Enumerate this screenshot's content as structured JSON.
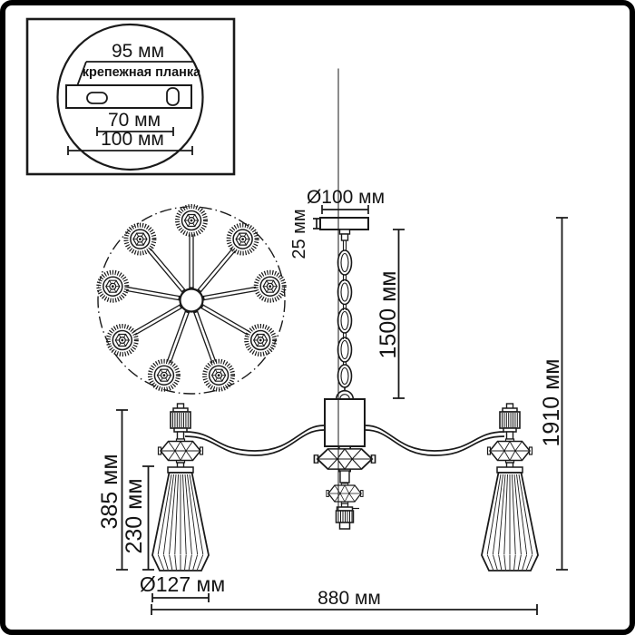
{
  "drawing": {
    "title_hint": "chandelier dimension drawing",
    "inset": {
      "plate_width": "95 мм",
      "plate_name": "крепежная планка",
      "hole_spacing": "70 мм",
      "plate_length": "100 мм"
    },
    "side_view": {
      "canopy_diameter": "Ø100 мм",
      "canopy_height": "25 мм",
      "chain_length": "1500 мм",
      "total_height": "1910 мм",
      "arm_assembly_height": "385 мм",
      "shade_height": "230 мм",
      "shade_diameter": "Ø127 мм",
      "fixture_width": "880 мм"
    },
    "top_view": {
      "arms_count": 9
    },
    "colors": {
      "line": "#1a1a1a",
      "background": "#ffffff",
      "frame": "#000000"
    }
  }
}
